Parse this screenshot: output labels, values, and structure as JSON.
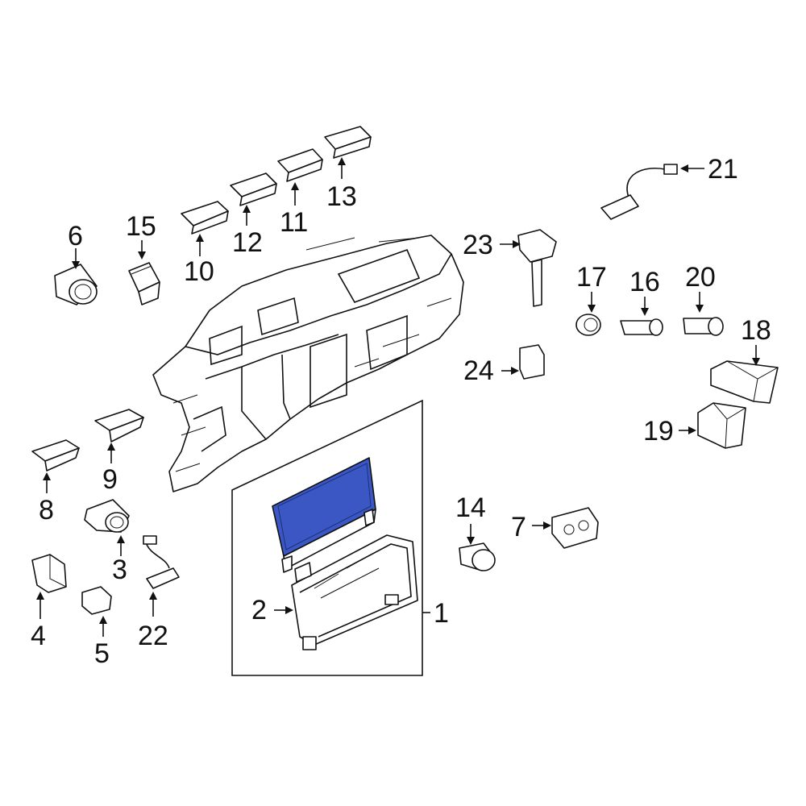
{
  "diagram": {
    "highlight_color": "#3a57c4",
    "callouts": {
      "c1": "1",
      "c2": "2",
      "c3": "3",
      "c4": "4",
      "c5": "5",
      "c6": "6",
      "c7": "7",
      "c8": "8",
      "c9": "9",
      "c10": "10",
      "c11": "11",
      "c12": "12",
      "c13": "13",
      "c14": "14",
      "c15": "15",
      "c16": "16",
      "c17": "17",
      "c18": "18",
      "c19": "19",
      "c20": "20",
      "c21": "21",
      "c22": "22",
      "c23": "23",
      "c24": "24"
    }
  }
}
